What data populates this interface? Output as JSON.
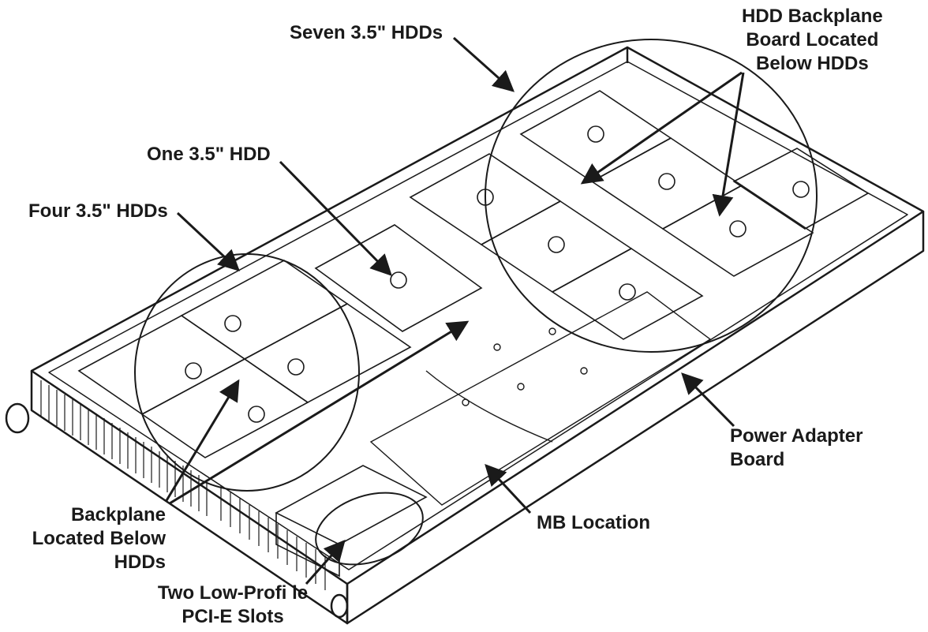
{
  "labels": {
    "seven_hdds": "Seven 3.5\" HDDs",
    "hdd_backplane": [
      "HDD Backplane",
      "Board Located",
      "Below HDDs"
    ],
    "one_hdd": "One 3.5\" HDD",
    "four_hdds": "Four 3.5\" HDDs",
    "power_adapter": [
      "Power Adapter",
      "Board"
    ],
    "mb_location": "MB Location",
    "backplane_below": [
      "Backplane",
      "Located Below",
      "HDDs"
    ],
    "pci_slots": [
      "Two Low-Profi le",
      "PCI-E Slots"
    ]
  },
  "colors": {
    "line": "#1a1a1a",
    "background": "#ffffff"
  }
}
